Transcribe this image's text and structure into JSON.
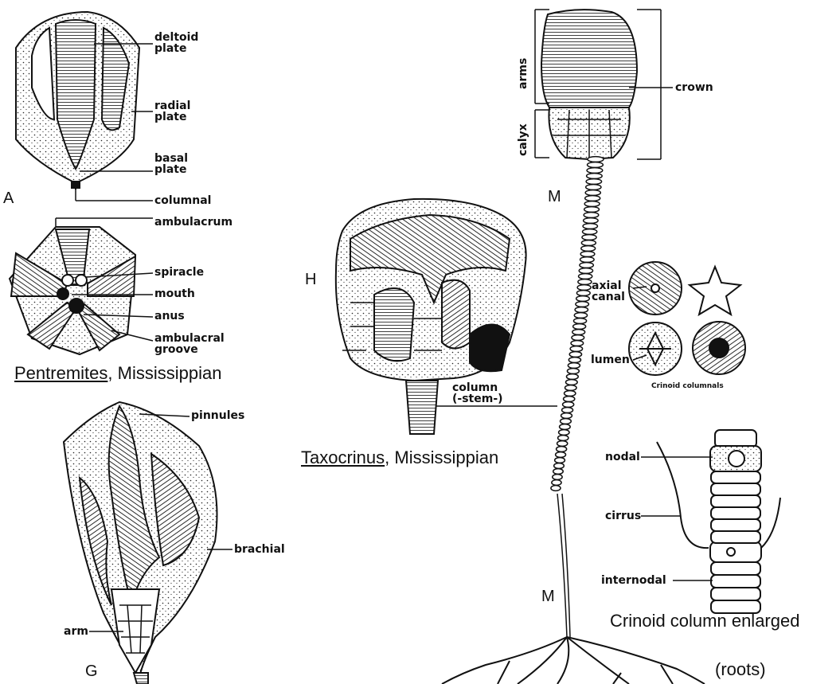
{
  "figure": {
    "blastoid_labels": {
      "deltoid": "deltoid\nplate",
      "radial": "radial\nplate",
      "basal": "basal\nplate",
      "columnal": "columnal",
      "ambulacrum": "ambulacrum",
      "spiracle": "spiracle",
      "mouth": "mouth",
      "anus": "anus",
      "groove": "ambulacral\ngroove"
    },
    "letters": {
      "a": "A",
      "h": "H",
      "g": "G",
      "m_top": "M",
      "m_bottom": "M"
    },
    "pentremites_caption": {
      "genus": "Pentremites",
      "rest": ", Mississippian"
    },
    "taxocrinus_caption": {
      "genus": "Taxocrinus",
      "rest": ", Mississippian"
    },
    "crinoid_g_labels": {
      "pinnules": "pinnules",
      "brachial": "brachial",
      "arm": "arm"
    },
    "taxocrinus_labels": {
      "column": "column\n(-stem-)"
    },
    "crinoid_m_labels": {
      "arms": "arms",
      "calyx": "calyx",
      "crown": "crown"
    },
    "columnal_labels": {
      "axial": "axial\ncanal",
      "lumen": "lumen",
      "caption": "Crinoid columnals"
    },
    "enlarged_labels": {
      "nodal": "nodal",
      "cirrus": "cirrus",
      "internodal": "internodal"
    },
    "enlarged_caption": "Crinoid column enlarged",
    "roots_caption": "(roots)"
  }
}
